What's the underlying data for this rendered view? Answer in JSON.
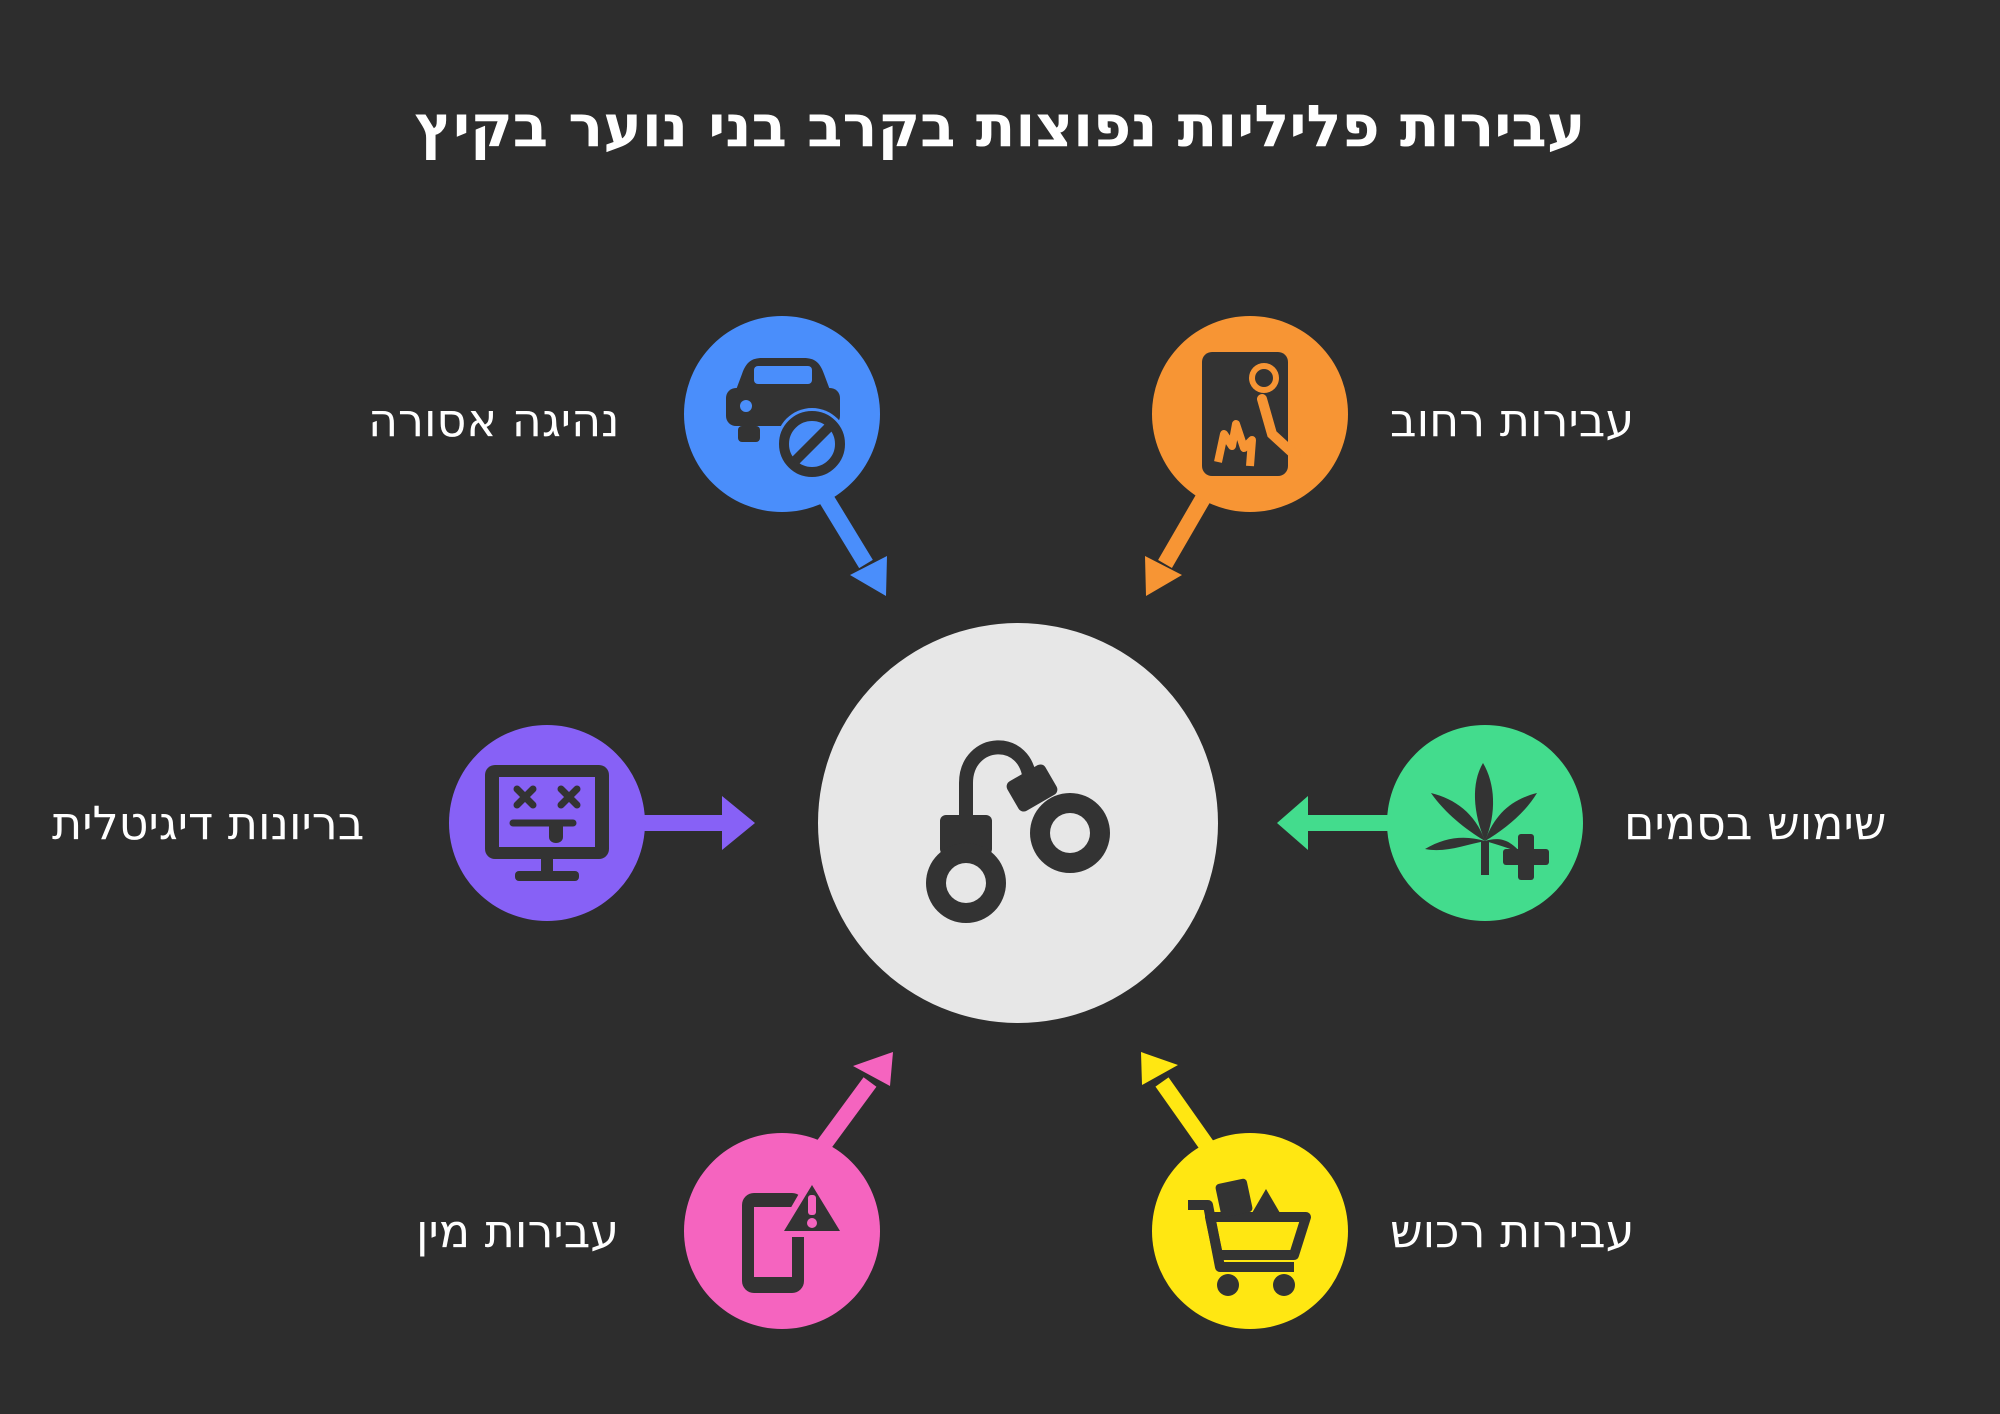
{
  "title": "עבירות פליליות נפוצות בקרב בני נוער בקיץ",
  "hub": {
    "icon": "handcuffs-icon",
    "color": "#e7e7e7"
  },
  "nodes": [
    {
      "key": "street",
      "label": "עבירות רחוב",
      "color": "#f79534",
      "icon": "street-crime-icon"
    },
    {
      "key": "drugs",
      "label": "שימוש בסמים",
      "color": "#43dc8d",
      "icon": "cannabis-icon"
    },
    {
      "key": "property",
      "label": "עבירות רכוש",
      "color": "#ffe712",
      "icon": "shopping-cart-icon"
    },
    {
      "key": "driving",
      "label": "נהיגה אסורה",
      "color": "#4a8efb",
      "icon": "no-car-icon"
    },
    {
      "key": "cyber",
      "label": "בריונות דיגיטלית",
      "color": "#8761f6",
      "icon": "broken-monitor-icon"
    },
    {
      "key": "sexual",
      "label": "עבירות מין",
      "color": "#f564bf",
      "icon": "phone-warning-icon"
    }
  ]
}
